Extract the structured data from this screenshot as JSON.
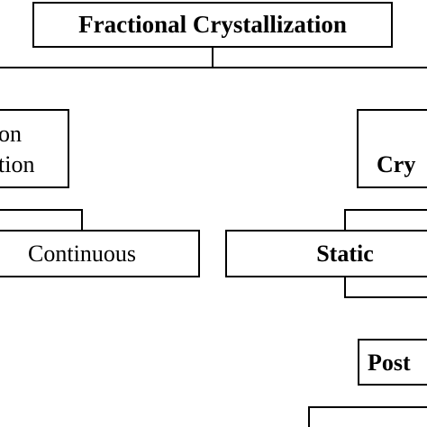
{
  "diagram": {
    "root": {
      "label": "Fractional Crystallization"
    },
    "left_branch": {
      "line1": "on",
      "line2": "tion"
    },
    "left_child": {
      "label": "Continuous"
    },
    "right_branch": {
      "label": "Cry"
    },
    "right_child": {
      "label": "Static"
    },
    "lower_right": {
      "label": "Post"
    }
  }
}
